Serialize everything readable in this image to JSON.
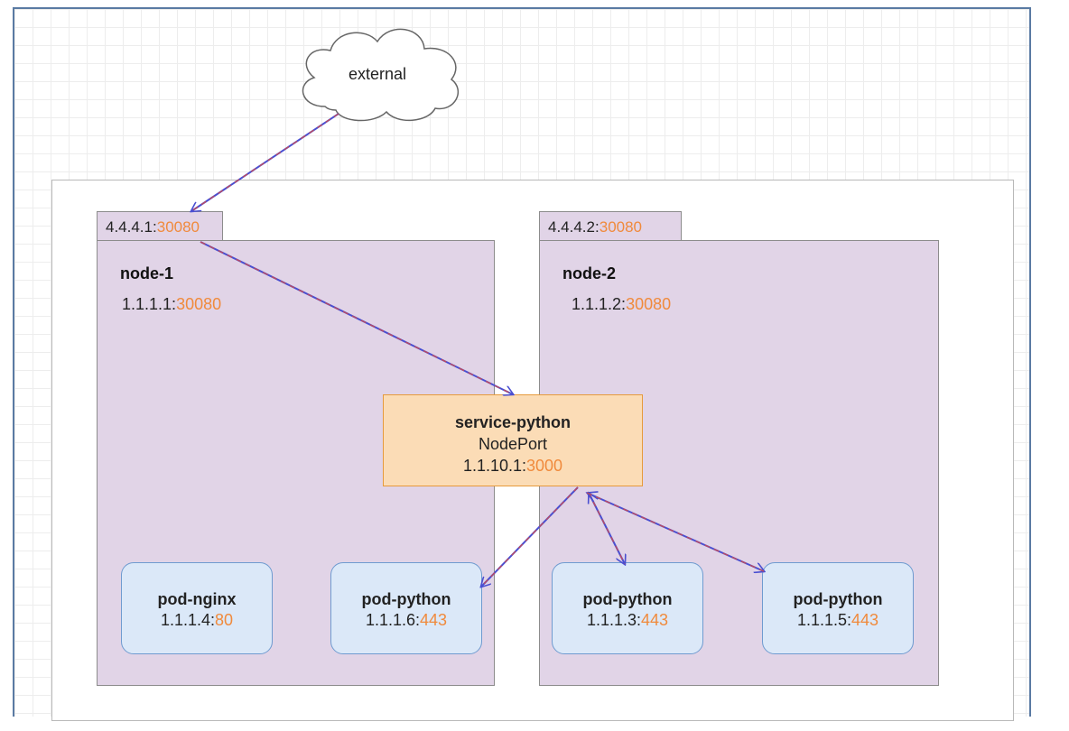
{
  "external": {
    "label": "external"
  },
  "nodes": [
    {
      "title": "node-1",
      "external_ip": "4.4.4.1",
      "external_port": "30080",
      "internal_ip": "1.1.1.1",
      "internal_port": "30080"
    },
    {
      "title": "node-2",
      "external_ip": "4.4.4.2",
      "external_port": "30080",
      "internal_ip": "1.1.1.2",
      "internal_port": "30080"
    }
  ],
  "service": {
    "name": "service-python",
    "type": "NodePort",
    "ip": "1.1.10.1",
    "port": "3000"
  },
  "pods": [
    {
      "name": "pod-nginx",
      "ip": "1.1.1.4",
      "port": "80"
    },
    {
      "name": "pod-python",
      "ip": "1.1.1.6",
      "port": "443"
    },
    {
      "name": "pod-python",
      "ip": "1.1.1.3",
      "port": "443"
    },
    {
      "name": "pod-python",
      "ip": "1.1.1.5",
      "port": "443"
    }
  ],
  "colors": {
    "port": "#f08a3c",
    "node_fill": "#e1d4e7",
    "pod_fill": "#dbe8f8",
    "service_fill": "#fbdcb6",
    "arrow_blue": "#4a4fd1",
    "arrow_red": "#c24a5a"
  }
}
